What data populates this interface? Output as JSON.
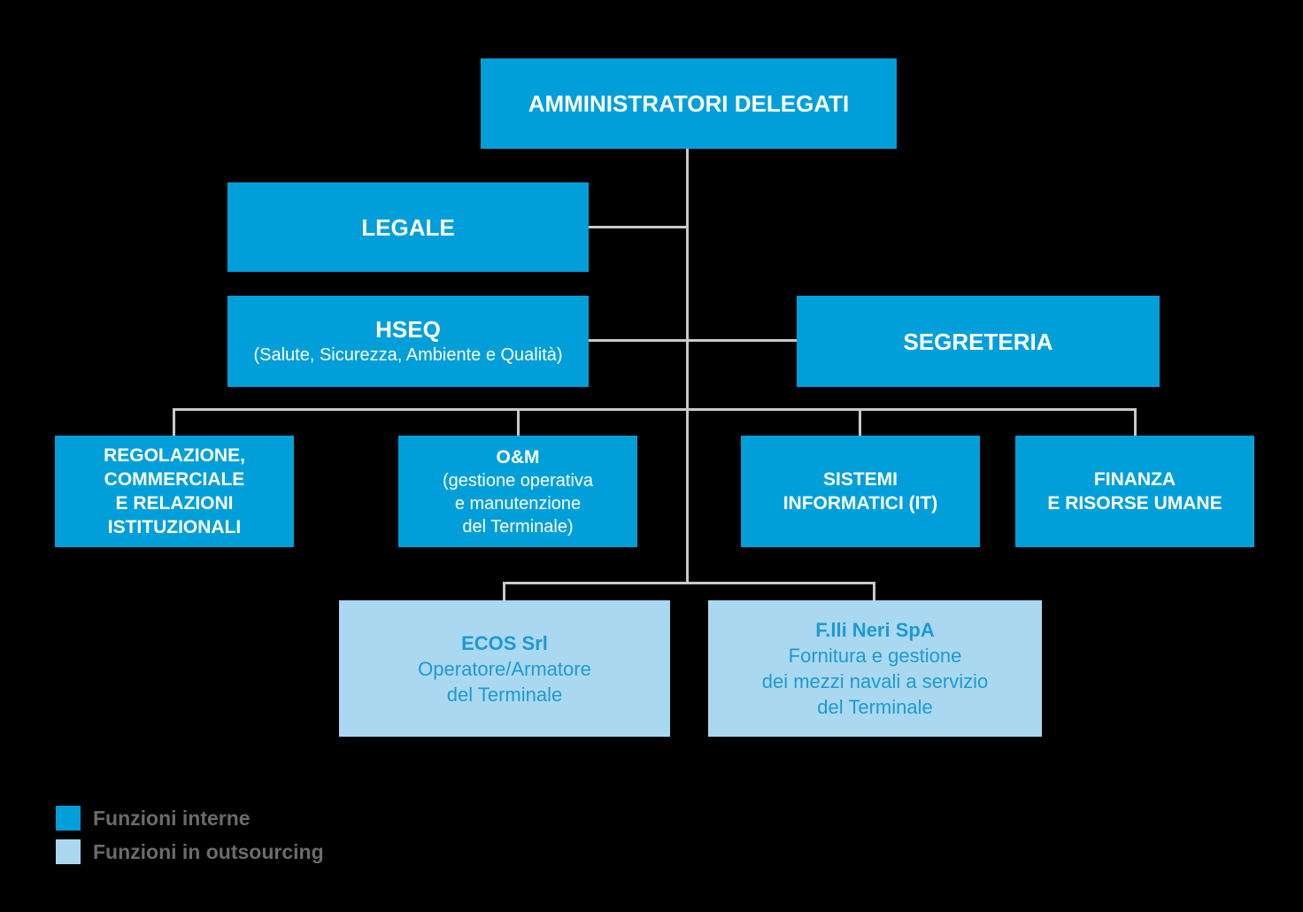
{
  "diagram": {
    "type": "organizational-chart",
    "nodes": {
      "amministratori": {
        "title": "AMMINISTRATORI DELEGATI"
      },
      "legale": {
        "title": "LEGALE"
      },
      "hseq": {
        "title": "HSEQ",
        "subtitle": "(Salute, Sicurezza, Ambiente e Qualità)"
      },
      "segreteria": {
        "title": "SEGRETERIA"
      },
      "regolazione": {
        "title": "REGOLAZIONE,\nCOMMERCIALE\nE RELAZIONI\nISTITUZIONALI"
      },
      "om": {
        "title": "O&M",
        "subtitle": "(gestione operativa\ne manutenzione\ndel Terminale)"
      },
      "sistemi": {
        "title": "SISTEMI\nINFORMATICI (IT)"
      },
      "finanza": {
        "title": "FINANZA\nE RISORSE UMANE"
      },
      "ecos": {
        "title": "ECOS Srl",
        "subtitle": "Operatore/Armatore\ndel Terminale"
      },
      "neri": {
        "title": "F.lli Neri SpA",
        "subtitle": "Fornitura e gestione\ndei mezzi navali a servizio\ndel Terminale"
      }
    },
    "legend": {
      "items": [
        {
          "label": "Funzioni interne",
          "color": "#009fda",
          "type": "internal"
        },
        {
          "label": "Funzioni in outsourcing",
          "color": "#aad8f0",
          "type": "outsourcing"
        }
      ]
    },
    "colors": {
      "internal_box": "#009fda",
      "outsourcing_box": "#aad8f0",
      "internal_box_text": "#ffffff",
      "outsourcing_box_text": "#1d9ad3",
      "connector_line": "#c9c9c9",
      "background": "#000000",
      "legend_text": "#6b6b6d"
    }
  }
}
